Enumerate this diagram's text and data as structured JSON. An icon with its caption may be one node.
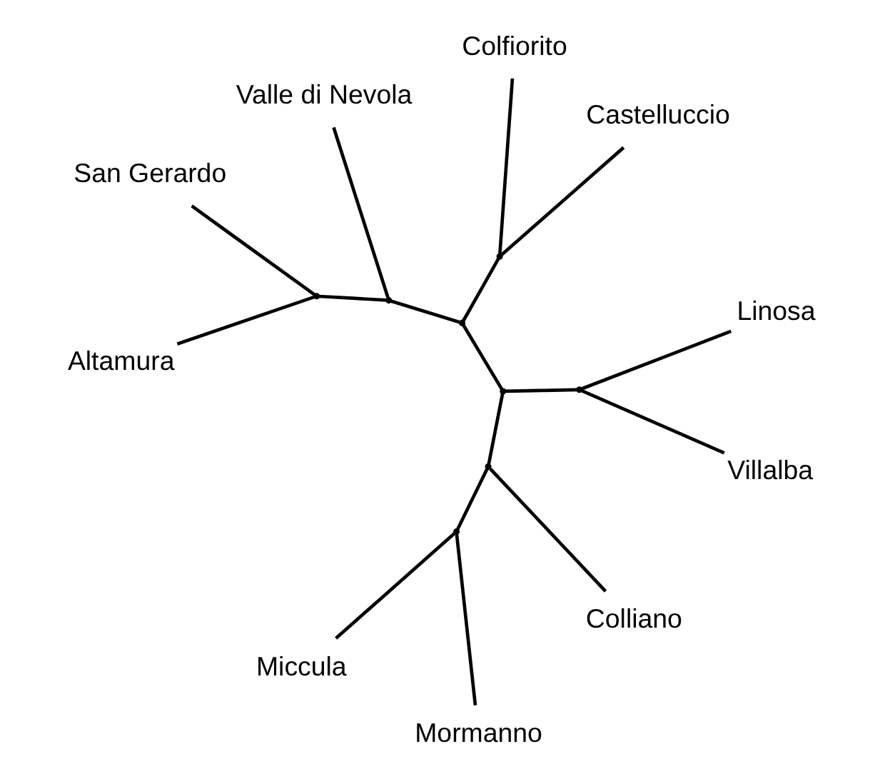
{
  "diagram": {
    "nodes": [
      {
        "text": [
          "San Gerardo"
        ]
      },
      {
        "text": [
          "Valle di Nevola"
        ]
      },
      {
        "text": [
          "Altamura"
        ]
      },
      {
        "text": [
          "Colfiorito"
        ]
      },
      {
        "text": [
          "Castelluccio"
        ]
      },
      {
        "text": [
          "Linosa"
        ]
      },
      {
        "text": [
          "Miccula"
        ]
      },
      {
        "text": [
          "Villalba"
        ]
      },
      {
        "text": [
          "Mormanno"
        ]
      },
      {
        "text": [
          "Colliano"
        ]
      },
      {
        "text": [],
        "shape": "point"
      },
      {
        "text": [],
        "shape": "point"
      },
      {
        "text": [],
        "shape": "point"
      },
      {
        "text": [],
        "shape": "point"
      },
      {
        "text": [],
        "shape": "point"
      },
      {
        "text": [],
        "shape": "point"
      },
      {
        "text": [],
        "shape": "point"
      },
      {
        "text": [],
        "shape": "point"
      }
    ],
    "edges": [
      {
        "from": 10,
        "to": 0,
        "arrow": "none"
      },
      {
        "from": 10,
        "to": 2,
        "arrow": "none"
      },
      {
        "from": 11,
        "to": 1,
        "arrow": "none"
      },
      {
        "from": 11,
        "to": 10,
        "arrow": "none"
      },
      {
        "from": 11,
        "to": 12,
        "arrow": "none"
      },
      {
        "from": 12,
        "to": 13,
        "arrow": "none"
      },
      {
        "from": 13,
        "to": 3,
        "arrow": "none"
      },
      {
        "from": 13,
        "to": 4,
        "arrow": "none"
      },
      {
        "from": 12,
        "to": 14,
        "arrow": "none"
      },
      {
        "from": 14,
        "to": 15,
        "arrow": "none"
      },
      {
        "from": 15,
        "to": 5,
        "arrow": "none"
      },
      {
        "from": 15,
        "to": 7,
        "arrow": "none"
      },
      {
        "from": 14,
        "to": 16,
        "arrow": "none"
      },
      {
        "from": 16,
        "to": 9,
        "arrow": "none"
      },
      {
        "from": 16,
        "to": 17,
        "arrow": "none"
      },
      {
        "from": 17,
        "to": 6,
        "arrow": "none"
      },
      {
        "from": 17,
        "to": 8,
        "arrow": "none"
      }
    ]
  }
}
